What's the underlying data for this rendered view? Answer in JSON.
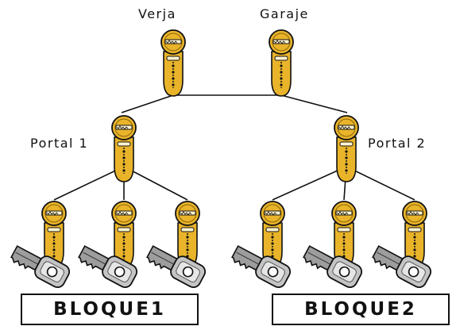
{
  "labels": {
    "verja": "Verja",
    "garaje": "Garaje",
    "portal1": "Portal 1",
    "portal2": "Portal 2",
    "bloque1": "BLOQUE1",
    "bloque2": "BLOQUE2"
  },
  "colors": {
    "brass": "#e9b42a",
    "brass_dark": "#a77a0d",
    "key_grey": "#b9b9b9",
    "line": "#111111"
  },
  "icons": {
    "cylinder": "lock-cylinder-icon",
    "key": "key-icon"
  }
}
